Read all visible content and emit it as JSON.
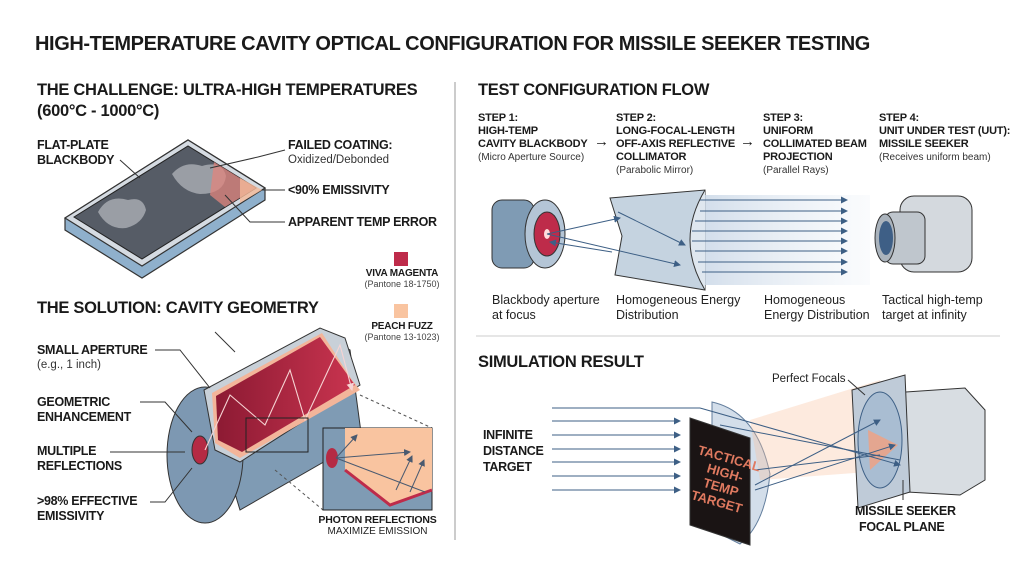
{
  "title": "HIGH-TEMPERATURE CAVITY OPTICAL CONFIGURATION FOR MISSILE SEEKER TESTING",
  "challenge": {
    "heading_line1": "THE CHALLENGE: ULTRA-HIGH TEMPERATURES",
    "heading_line2": "(600°C - 1000°C)",
    "flat_plate_line1": "FLAT-PLATE",
    "flat_plate_line2": "BLACKBODY",
    "failed_coating": "FAILED COATING:",
    "failed_coating_sub": "Oxidized/Debonded",
    "emissivity": "<90% EMISSIVITY",
    "temp_error": "APPARENT TEMP ERROR"
  },
  "legend": [
    {
      "name": "VIVA MAGENTA",
      "code": "(Pantone 18-1750)",
      "color": "#be2b4a"
    },
    {
      "name": "PEACH FUZZ",
      "code": "(Pantone 13-1023)",
      "color": "#f9c4a0"
    }
  ],
  "solution": {
    "heading": "THE SOLUTION: CAVITY GEOMETRY",
    "aperture": "SMALL APERTURE",
    "aperture_sub": "(e.g., 1 inch)",
    "geometric_line1": "GEOMETRIC",
    "geometric_line2": "ENHANCEMENT",
    "multiple_line1": "MULTIPLE",
    "multiple_line2": "REFLECTIONS",
    "effective_line1": ">98% EFFECTIVE",
    "effective_line2": "EMISSIVITY",
    "inset_caption_line1": "PHOTON REFLECTIONS",
    "inset_caption_line2": "MAXIMIZE EMISSION"
  },
  "flow": {
    "heading": "TEST CONFIGURATION FLOW",
    "arrow": "→",
    "steps": [
      {
        "num": "STEP 1:",
        "lines": [
          "HIGH-TEMP",
          "CAVITY BLACKBODY"
        ],
        "sub": "(Micro Aperture Source)",
        "caption": [
          "Blackbody aperture",
          "at focus"
        ]
      },
      {
        "num": "STEP 2:",
        "lines": [
          "LONG-FOCAL-LENGTH",
          "OFF-AXIS REFLECTIVE",
          "COLLIMATOR"
        ],
        "sub": "(Parabolic Mirror)",
        "caption": [
          "Homogeneous Energy",
          "Distribution"
        ]
      },
      {
        "num": "STEP 3:",
        "lines": [
          "UNIFORM",
          "COLLIMATED BEAM",
          "PROJECTION"
        ],
        "sub": "(Parallel Rays)",
        "caption": [
          "Homogeneous",
          "Energy Distribution"
        ]
      },
      {
        "num": "STEP 4:",
        "lines": [
          "UNIT UNDER TEST (UUT):",
          "MISSILE SEEKER"
        ],
        "sub": "(Receives uniform beam)",
        "caption": [
          "Tactical high-temp",
          "target at infinity"
        ]
      }
    ]
  },
  "simulation": {
    "heading": "SIMULATION RESULT",
    "infinite_lines": [
      "INFINITE",
      "DISTANCE",
      "TARGET"
    ],
    "target_lines": [
      "TACTICAL",
      "HIGH-TEMP",
      "TARGET"
    ],
    "perfect_focals": "Perfect Focals",
    "seeker_lines": [
      "MISSILE SEEKER",
      "FOCAL PLANE"
    ]
  },
  "colors": {
    "magenta": "#be2b4a",
    "peach": "#f9c4a0",
    "steel": "#7f9bb4",
    "ray": "#3d5f85"
  }
}
